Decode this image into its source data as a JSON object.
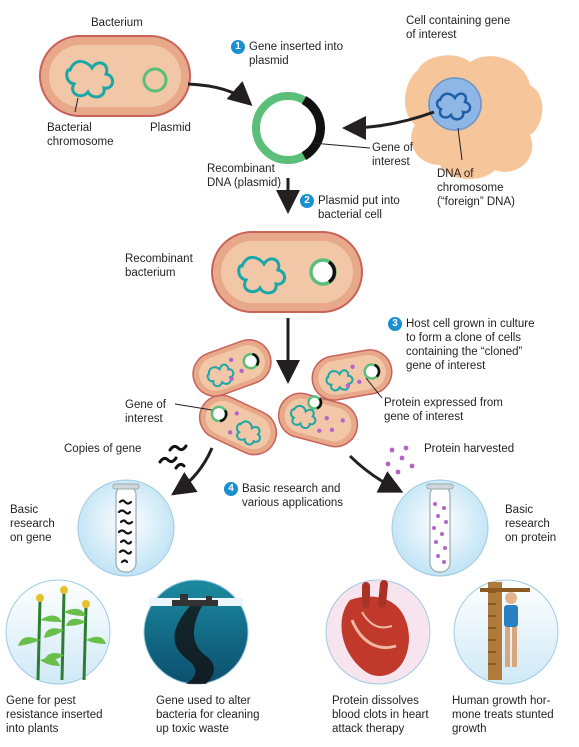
{
  "colors": {
    "cell_fill": "#e8a98a",
    "cell_outline": "#c8625a",
    "cell_inner": "#f2c7a8",
    "chromosome": "#1aa7a7",
    "plasmid": "#5bbf7a",
    "gene": "#111111",
    "nucleus": "#8fb7e6",
    "donor_cell": "#f6c69a",
    "protein": "#b565c8",
    "step_badge": "#1b8fd0"
  },
  "labels": {
    "bacterium": "Bacterium",
    "bacterial_chromosome": [
      "Bacterial",
      "chromosome"
    ],
    "plasmid": "Plasmid",
    "cell_gene": [
      "Cell containing gene",
      "of interest"
    ],
    "gene_of_interest_top": [
      "Gene of",
      "interest"
    ],
    "dna_chromosome": [
      "DNA of",
      "chromosome",
      "(“foreign” DNA)"
    ],
    "recombinant_dna": [
      "Recombinant",
      "DNA (plasmid)"
    ],
    "recombinant_bacterium": [
      "Recombinant",
      "bacterium"
    ],
    "gene_of_interest_mid": [
      "Gene of",
      "interest"
    ],
    "protein_expressed": [
      "Protein expressed from",
      "gene of interest"
    ],
    "copies_of_gene": "Copies of gene",
    "protein_harvested": "Protein harvested",
    "basic_research_gene": [
      "Basic",
      "research",
      "on gene"
    ],
    "basic_research_protein": [
      "Basic",
      "research",
      "on protein"
    ]
  },
  "steps": [
    {
      "number": "1",
      "text": [
        "Gene inserted into",
        "plasmid"
      ]
    },
    {
      "number": "2",
      "text": [
        "Plasmid put into",
        "bacterial cell"
      ]
    },
    {
      "number": "3",
      "text": [
        "Host cell grown in culture",
        "to form a clone of cells",
        "containing the “cloned”",
        "gene of interest"
      ]
    },
    {
      "number": "4",
      "text": [
        "Basic research and",
        "various applications"
      ]
    }
  ],
  "applications": [
    {
      "text": [
        "Gene for pest",
        "resistance inserted",
        "into plants"
      ]
    },
    {
      "text": [
        "Gene used to alter",
        "bacteria for cleaning",
        "up toxic waste"
      ]
    },
    {
      "text": [
        "Protein dissolves",
        "blood clots in heart",
        "attack therapy"
      ]
    },
    {
      "text": [
        "Human growth hor-",
        "mone treats stunted",
        "growth"
      ]
    }
  ]
}
